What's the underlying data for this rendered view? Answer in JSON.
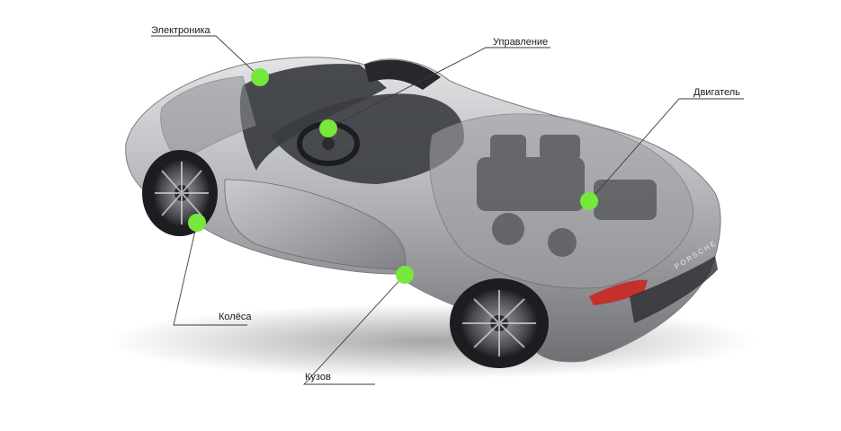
{
  "callouts": {
    "electronics": {
      "label": "Электроника"
    },
    "steering": {
      "label": "Управление"
    },
    "engine": {
      "label": "Двигатель"
    },
    "wheels": {
      "label": "Колёса"
    },
    "body": {
      "label": "Кузов"
    }
  },
  "colors": {
    "marker": "#76e83c",
    "leader_line": "#3a3a3a",
    "car_body": "#a9abae",
    "car_dark": "#3c3e42",
    "wheel_dark": "#1c1d20"
  },
  "badge": {
    "text": "PORSCHE"
  }
}
